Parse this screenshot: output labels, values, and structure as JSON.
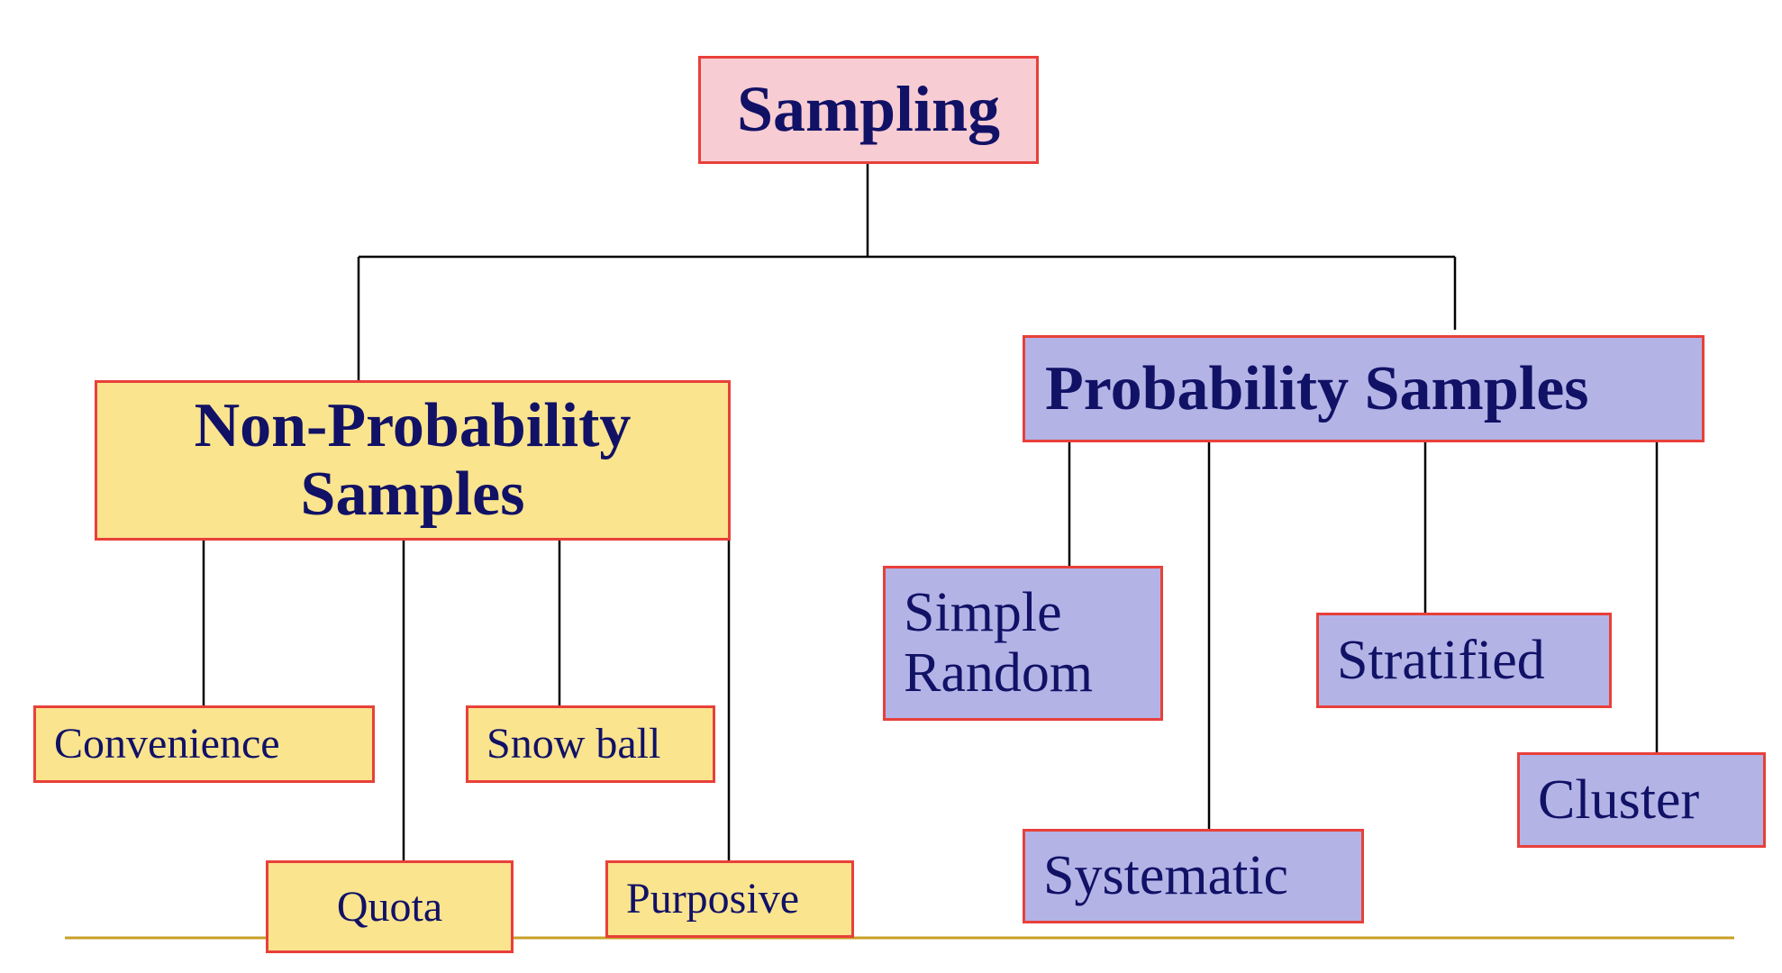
{
  "diagram": {
    "root": {
      "label": "Sampling"
    },
    "non_probability": {
      "label": "Non-Probability Samples",
      "children": [
        "Convenience",
        "Quota",
        "Snow ball",
        "Purposive"
      ]
    },
    "probability": {
      "label": "Probability Samples",
      "children": [
        "Simple Random",
        "Systematic",
        "Stratified",
        "Cluster"
      ]
    }
  },
  "colors": {
    "box_border": "#e8403a",
    "root_fill": "#f7ccd3",
    "non_probability_fill": "#fae48e",
    "probability_fill": "#b3b3e6",
    "text": "#111166",
    "connector": "#000000",
    "baseline": "#c8a028"
  }
}
